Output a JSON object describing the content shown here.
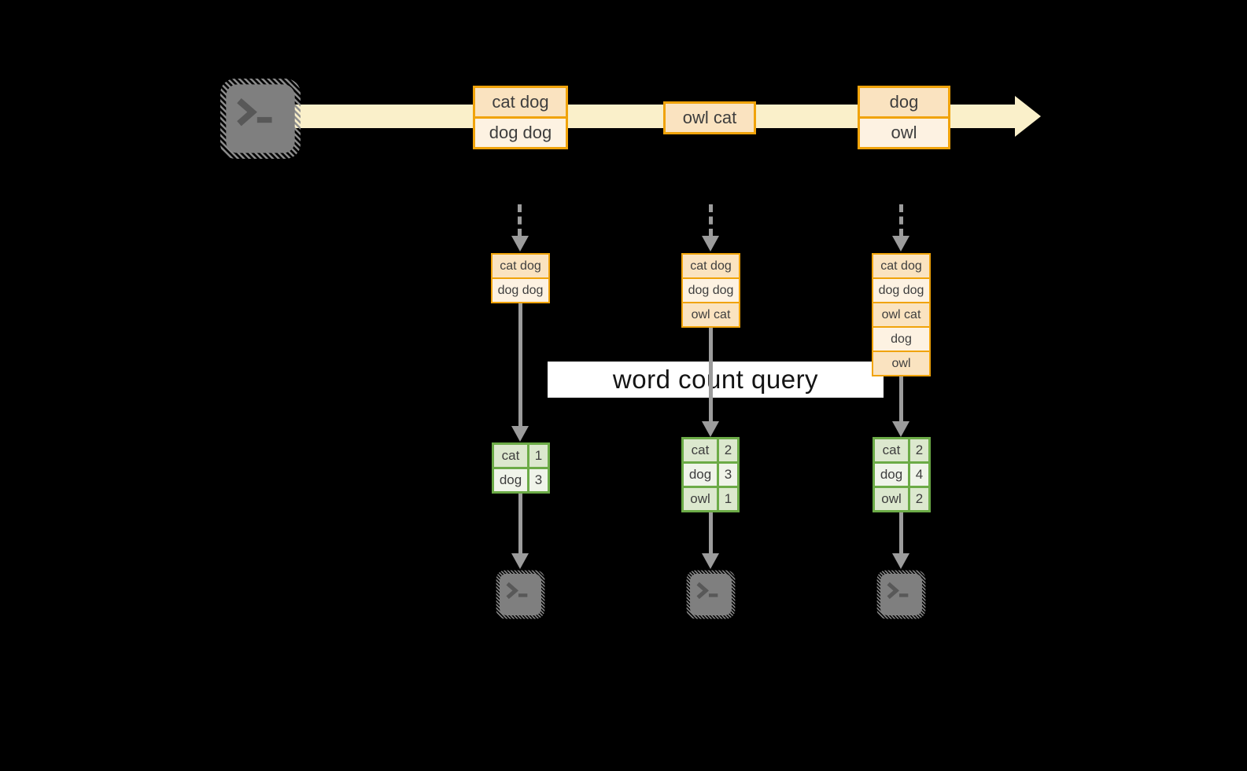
{
  "banner": {
    "label": "word count query"
  },
  "icons": {
    "terminal_glyph": ">_"
  },
  "colors": {
    "background": "#000000",
    "stream_band": "#FAF0CA",
    "event_border": "#F0A30A",
    "event_fill_dark": "#FAE3C0",
    "event_fill_light": "#FDF2E2",
    "table_border": "#6CAB47",
    "table_fill_dark": "#DCE8CE",
    "table_fill_light": "#F0F4EA",
    "arrow_gray": "#9C9C9C",
    "terminal_gray": "#7F7F7F",
    "banner_bg": "#FFFFFF",
    "text": "#3E3E3E"
  },
  "timeline": {
    "events": [
      {
        "rows": [
          "cat dog",
          "dog dog"
        ]
      },
      {
        "rows": [
          "owl cat"
        ]
      },
      {
        "rows": [
          "dog",
          "owl"
        ]
      }
    ]
  },
  "columns": [
    {
      "buffer": [
        "cat dog",
        "dog dog"
      ],
      "counts": [
        {
          "word": "cat",
          "count": "1"
        },
        {
          "word": "dog",
          "count": "3"
        }
      ]
    },
    {
      "buffer": [
        "cat dog",
        "dog dog",
        "owl cat"
      ],
      "counts": [
        {
          "word": "cat",
          "count": "2"
        },
        {
          "word": "dog",
          "count": "3"
        },
        {
          "word": "owl",
          "count": "1"
        }
      ]
    },
    {
      "buffer": [
        "cat dog",
        "dog dog",
        "owl cat",
        "dog",
        "owl"
      ],
      "counts": [
        {
          "word": "cat",
          "count": "2"
        },
        {
          "word": "dog",
          "count": "4"
        },
        {
          "word": "owl",
          "count": "2"
        }
      ]
    }
  ]
}
